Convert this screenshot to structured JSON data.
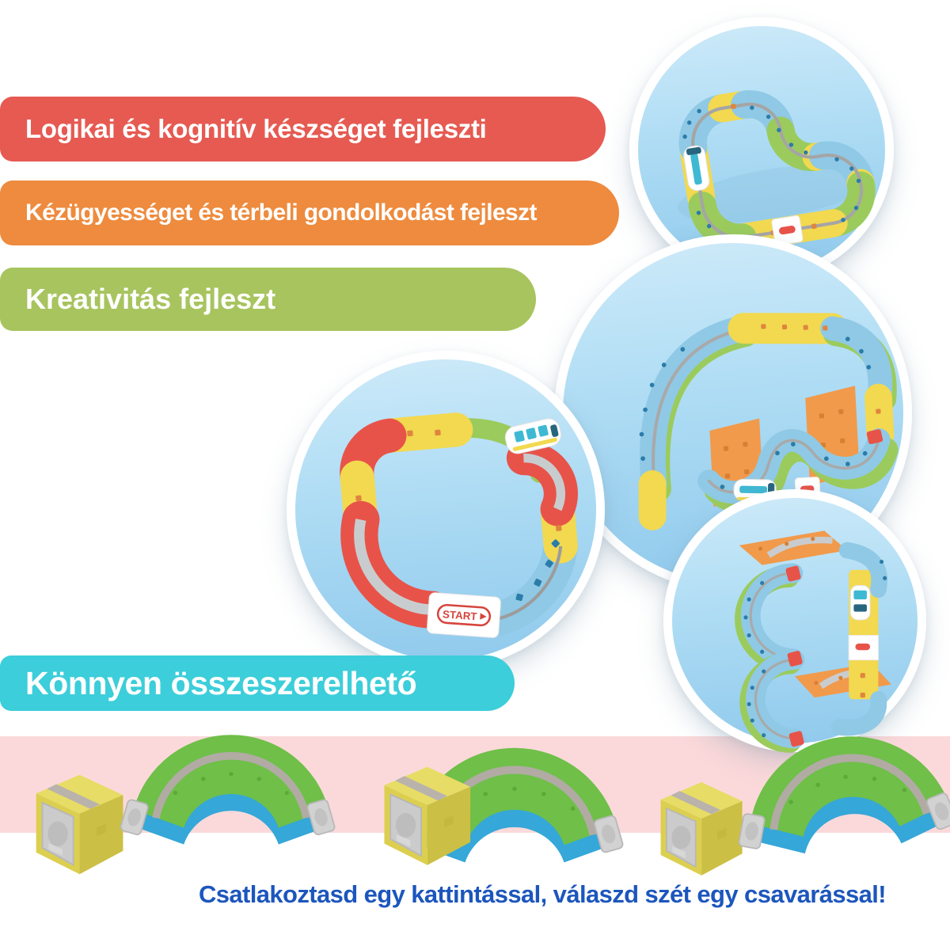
{
  "banners": {
    "logic": {
      "label": "Logikai és kognitív készséget fejleszti",
      "color": "#E65A52"
    },
    "dexterity": {
      "label": "Kézügyességet és térbeli gondolkodást fejleszt",
      "color": "#EE8B3E"
    },
    "creativity": {
      "label": "Kreativitás fejleszt",
      "color": "#A7C45E"
    },
    "assembly": {
      "label": "Könnyen összeszerelhető",
      "color": "#3CCEDA"
    },
    "text_color": "#FFFFFF"
  },
  "slogan": {
    "text": "Csatlakoztasd egy kattintással, válaszd szét egy csavarással!",
    "color": "#1C56BD"
  },
  "sticker": {
    "start_label": "START"
  },
  "palette": {
    "pink_strip": "#FBD9DA",
    "circle_blue_top": "#CDEAF9",
    "circle_blue_bottom": "#8FC9EC",
    "toy_yellow": "#F2D94F",
    "toy_blue": "#8FC9E5",
    "toy_green": "#9BCB5C",
    "toy_orange": "#F19A4C",
    "toy_red": "#E85349",
    "piece_green": "#6FBF49",
    "piece_blue": "#35A7D8",
    "piece_yellow": "#DCCF4F",
    "rail_gray": "#B1ABA4",
    "connector_silver": "#D2D2D2"
  }
}
